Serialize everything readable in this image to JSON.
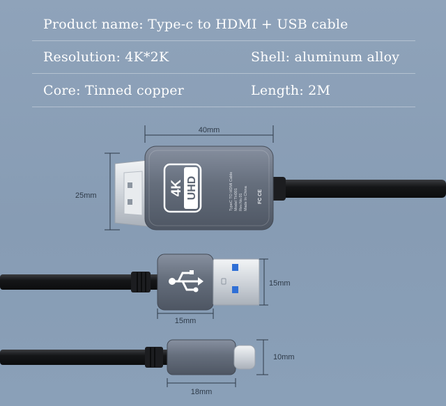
{
  "specs": {
    "product_name": "Product name: Type-c to HDMI + USB cable",
    "resolution": "Resolution: 4K*2K",
    "shell": "Shell: aluminum alloy",
    "core": "Core: Tinned copper",
    "length": "Length: 2M"
  },
  "hdmi_connector": {
    "badge_top": "4K",
    "badge_bottom": "UHD",
    "fine_print": [
      "TypeC TO HDMI Cable",
      "Model TH001",
      "Rev.No.01",
      "Made In China"
    ],
    "cert_marks": "FC CE",
    "dim_width": "40mm",
    "dim_height": "25mm"
  },
  "usb_connector": {
    "dim_height": "15mm",
    "dim_width": "15mm"
  },
  "typec_connector": {
    "dim_height": "10mm",
    "dim_width": "18mm"
  },
  "colors": {
    "background": "#8fa3ba",
    "cable": "#151618",
    "shell": "#6b7482",
    "plug_metal": "#d9dde2",
    "usb_tongue": "#2f6fd6"
  }
}
